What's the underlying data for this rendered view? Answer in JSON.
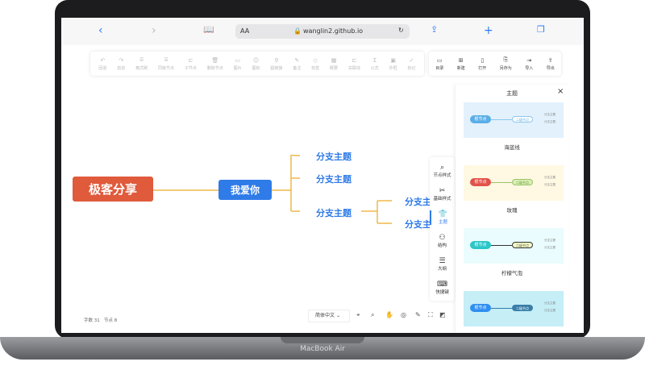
{
  "device": {
    "label": "MacBook Air"
  },
  "browser": {
    "text_size": "AA",
    "url": "wanglin2.github.io",
    "icons": [
      "back-icon",
      "forward-icon",
      "bookmarks-icon",
      "lock-icon",
      "reload-icon",
      "share-icon",
      "new-tab-icon",
      "tabs-icon"
    ]
  },
  "toolbar": {
    "items": [
      {
        "label": "回退",
        "icon": "↶"
      },
      {
        "label": "前进",
        "icon": "↷"
      },
      {
        "label": "格式刷",
        "icon": "⌸"
      },
      {
        "label": "同级节点",
        "icon": "⌸"
      },
      {
        "label": "子节点",
        "icon": "⊏"
      },
      {
        "label": "删除节点",
        "icon": "🗑"
      },
      {
        "label": "图片",
        "icon": "▭"
      },
      {
        "label": "图标",
        "icon": "☺"
      },
      {
        "label": "超链接",
        "icon": "⚲"
      },
      {
        "label": "备注",
        "icon": "✎"
      },
      {
        "label": "标签",
        "icon": "◇"
      },
      {
        "label": "概要",
        "icon": "▦"
      },
      {
        "label": "关联线",
        "icon": "⊏"
      },
      {
        "label": "公式",
        "icon": "Σ"
      },
      {
        "label": "外框",
        "icon": "▣"
      },
      {
        "label": "标记",
        "icon": "✓"
      }
    ],
    "file_items": [
      {
        "label": "目录",
        "icon": "▭"
      },
      {
        "label": "新建",
        "icon": "⊞"
      },
      {
        "label": "打开",
        "icon": "▯"
      },
      {
        "label": "另存为",
        "icon": "⎘"
      },
      {
        "label": "导入",
        "icon": "⇥"
      },
      {
        "label": "导出",
        "icon": "⇪"
      }
    ]
  },
  "mindmap": {
    "root": "极客分享",
    "second": "我爱你",
    "branches": [
      "分支主题",
      "分支主题",
      "分支主题"
    ],
    "sub_branches": [
      "分支主题",
      "分支主题"
    ],
    "colors": {
      "root": "#e05a3c",
      "second": "#2f7be8",
      "line": "#efb84a"
    }
  },
  "side_menu": [
    {
      "label": "节点样式",
      "icon": "⌕"
    },
    {
      "label": "基础样式",
      "icon": "✂"
    },
    {
      "label": "主题",
      "icon": "👕",
      "active": true
    },
    {
      "label": "结构",
      "icon": "⚇"
    },
    {
      "label": "大纲",
      "icon": "☰"
    },
    {
      "label": "快捷键",
      "icon": "⌨"
    }
  ],
  "theme_panel": {
    "title": "主题",
    "close": "×",
    "preview_labels": {
      "root": "根节点",
      "second": "二级节点",
      "branch": "分支主题"
    },
    "themes": [
      {
        "name": "海蓝线",
        "bg": "#e3f1fc",
        "root": "#5aaee8",
        "second_bg": "#ffffff",
        "second_fg": "#5aaee8",
        "line": "#8cc6ee"
      },
      {
        "name": "玫瑰",
        "bg": "#fff8e3",
        "root": "#e0534b",
        "second_bg": "#d9efb4",
        "second_fg": "#6a9a3a",
        "line": "#9bc46a"
      },
      {
        "name": "柠檬气泡",
        "bg": "#eafcfd",
        "root": "#2bc6c8",
        "second_bg": "#f4fbc4",
        "second_fg": "#555",
        "line": "#333"
      },
      {
        "name": "",
        "bg": "#c5eef7",
        "root": "#2f8ef0",
        "second_bg": "#3a7ea8",
        "second_fg": "#fff",
        "line": "#3a7ea8"
      }
    ]
  },
  "status": {
    "word_label": "字数",
    "word_count": "31",
    "node_label": "节点",
    "node_count": "8"
  },
  "bottom": {
    "language": "简体中文",
    "icons": [
      "locate-icon",
      "zoom-icon",
      "hand-icon",
      "navigator-icon",
      "edit-icon",
      "fullscreen-icon",
      "minimap-icon"
    ]
  }
}
